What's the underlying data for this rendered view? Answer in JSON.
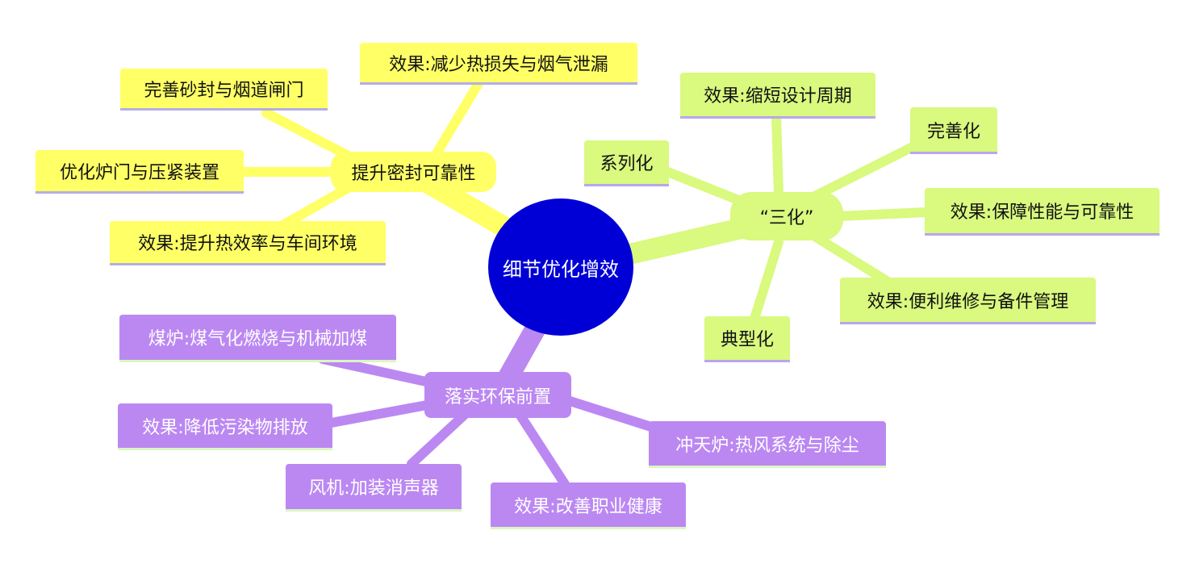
{
  "center": {
    "label": "细节优化增效",
    "color": "#0000d6"
  },
  "branches": {
    "sealing": {
      "label": "提升密封可靠性",
      "color": "#ffff66",
      "children": [
        "效果:减少热损失与烟气泄漏",
        "完善砂封与烟道闸门",
        "优化炉门与压紧装置",
        "效果:提升热效率与车间环境"
      ]
    },
    "three": {
      "label": "“三化”",
      "color": "#d9f97f",
      "children": [
        "效果:缩短设计周期",
        "完善化",
        "系列化",
        "效果:保障性能与可靠性",
        "效果:便利维修与备件管理",
        "典型化"
      ]
    },
    "env": {
      "label": "落实环保前置",
      "color": "#bb88f2",
      "children": [
        "煤炉:煤气化燃烧与机械加煤",
        "效果:降低污染物排放",
        "冲天炉:热风系统与除尘",
        "风机:加装消声器",
        "效果:改善职业健康"
      ]
    }
  }
}
